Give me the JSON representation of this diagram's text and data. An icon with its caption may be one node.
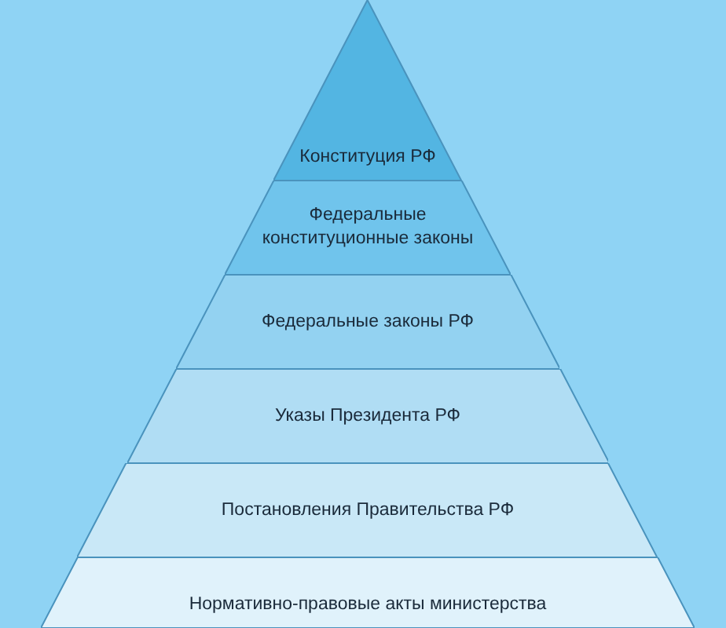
{
  "diagram": {
    "nodes": [
      {
        "text": [
          "Конституция РФ"
        ]
      },
      {
        "text": [
          "Федеральные конституционные законы"
        ]
      },
      {
        "text": [
          "Федеральные законы РФ"
        ]
      },
      {
        "text": [
          "Указы Президента РФ"
        ]
      },
      {
        "text": [
          "Постановления Правительства РФ"
        ]
      },
      {
        "text": [
          "Нормативно-правовые акты министерства"
        ]
      }
    ]
  }
}
